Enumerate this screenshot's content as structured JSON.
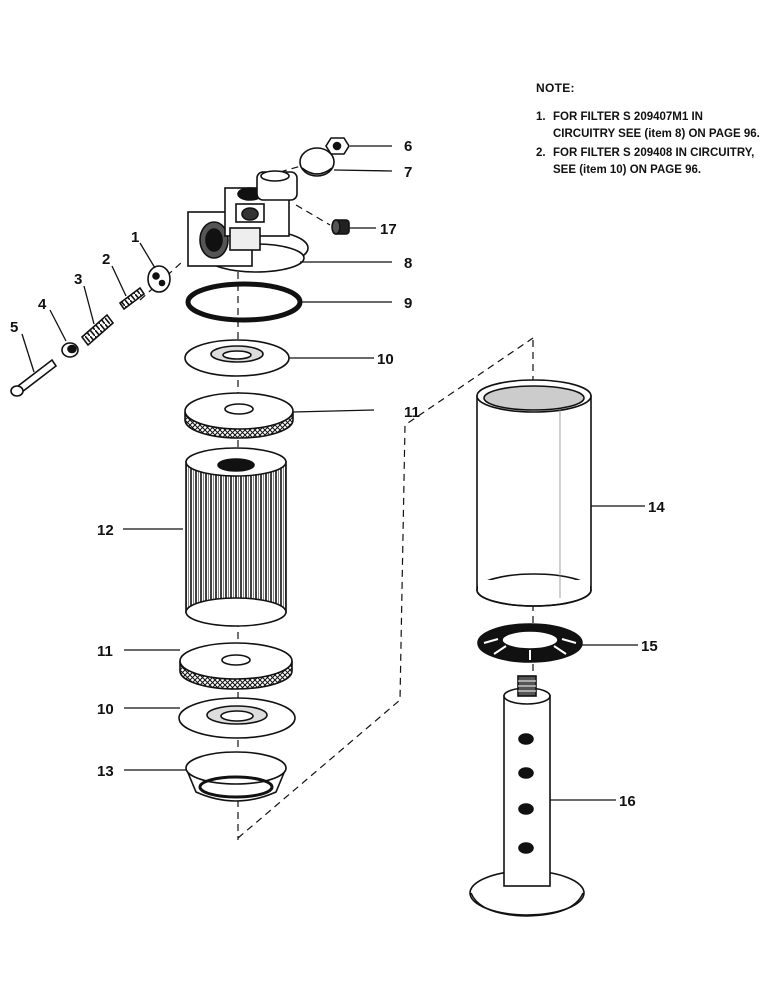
{
  "note": {
    "heading": "NOTE:",
    "items": [
      {
        "num": "1.",
        "text": "FOR FILTER S 209407M1 IN CIRCUITRY SEE (item 8) ON PAGE 96."
      },
      {
        "num": "2.",
        "text": "FOR FILTER S 209408 IN CIRCUITRY, SEE (item 10) ON PAGE 96."
      }
    ]
  },
  "callouts": {
    "c1": "1",
    "c2": "2",
    "c3": "3",
    "c4": "4",
    "c5": "5",
    "c6": "6",
    "c7": "7",
    "c8": "8",
    "c9": "9",
    "c10a": "10",
    "c11a": "11",
    "c12": "12",
    "c11b": "11",
    "c10b": "10",
    "c13": "13",
    "c14": "14",
    "c15": "15",
    "c16": "16",
    "c17": "17"
  },
  "colors": {
    "ink": "#111111",
    "paper": "#ffffff",
    "shade": "#9a9a9a"
  }
}
